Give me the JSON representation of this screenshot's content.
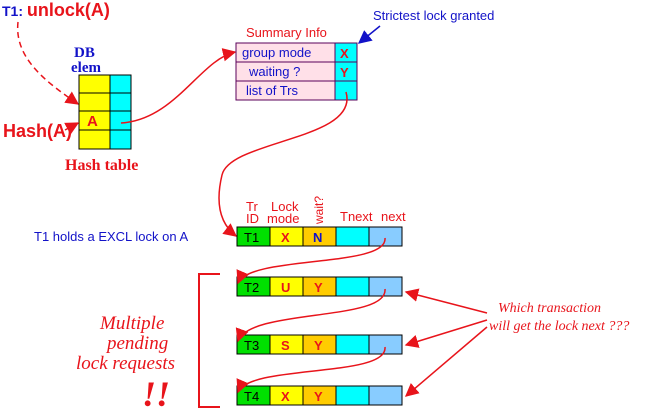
{
  "unlock_label": {
    "prefix": "T1: ",
    "call": "unlock(A)"
  },
  "db_elem_label": [
    "DB",
    "elem"
  ],
  "hash_label": "Hash(A)",
  "hash_table": {
    "key": "A",
    "caption": "Hash table"
  },
  "summary_info": {
    "title": "Summary Info",
    "rows": [
      {
        "label": "group mode",
        "value": "X"
      },
      {
        "label": "waiting ?",
        "value": "Y"
      },
      {
        "label": "list of Trs",
        "value": ""
      }
    ]
  },
  "strictest_label": "Strictest lock granted",
  "column_headers": {
    "tr": [
      "Tr",
      "ID"
    ],
    "lock": [
      "Lock",
      "mode"
    ],
    "wait": "wait?",
    "tnext": "Tnext",
    "next": "next"
  },
  "holder_label": "T1 holds a EXCL lock on A",
  "transactions": [
    {
      "id": "T1",
      "mode": "X",
      "wait": "N"
    },
    {
      "id": "T2",
      "mode": "U",
      "wait": "Y"
    },
    {
      "id": "T3",
      "mode": "S",
      "wait": "Y"
    },
    {
      "id": "T4",
      "mode": "X",
      "wait": "Y"
    }
  ],
  "pending_label": [
    "Multiple",
    "pending",
    "lock requests"
  ],
  "exclamation": "!!",
  "question_label": [
    "Which transaction",
    "will get the lock next ???"
  ],
  "colors": {
    "red": "#e8141b",
    "blue": "#1212c8",
    "yellow": "#ffff00",
    "cyan": "#00ffff",
    "green": "#00e000",
    "orange": "#ffcc00",
    "light_blue": "#88ccff",
    "purple_border": "#5a005a",
    "summary_fill": "#ffe0e8"
  }
}
